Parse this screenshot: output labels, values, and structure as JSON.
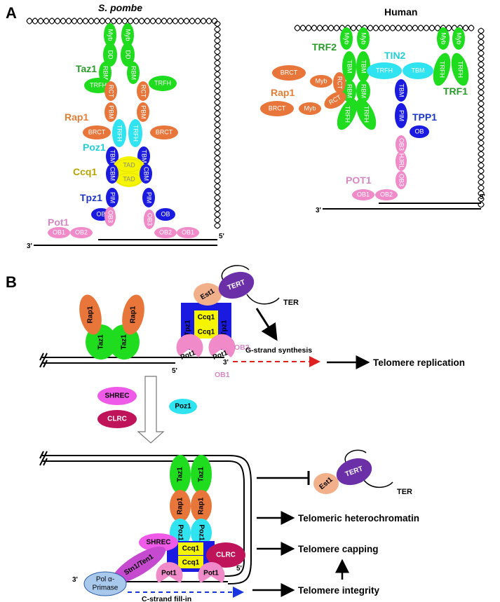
{
  "panel_a": {
    "letter": "A",
    "left_title": "S. pombe",
    "right_title": "Human",
    "pombe": {
      "taz1": "Taz1",
      "rap1": "Rap1",
      "poz1": "Poz1",
      "ccq1": "Ccq1",
      "tpz1": "Tpz1",
      "pot1": "Pot1",
      "myb": "Myb",
      "dd": "DD",
      "rbm": "RBM",
      "trfh": "TRFH",
      "rct": "RCT",
      "pbm": "PBM",
      "brct": "BRCT",
      "tbm": "TBM",
      "tad": "TAD",
      "cbm": "CBM",
      "pim": "PIM",
      "ob": "OB",
      "ob1": "OB1",
      "ob2": "OB2",
      "ob3": "OB3",
      "end3": "3'",
      "end5": "5'"
    },
    "human": {
      "trf2": "TRF2",
      "trf1": "TRF1",
      "tin2": "TIN2",
      "rap1": "Rap1",
      "tpp1": "TPP1",
      "pot1": "POT1",
      "myb": "Myb",
      "tbm": "TBM",
      "rbm": "RBM",
      "trfh": "TRFH",
      "rct": "RCT",
      "brct": "BRCT",
      "pim": "PIM",
      "ob": "OB",
      "ob1": "OB1",
      "ob2": "OB2",
      "ob3": "OB3",
      "hjrl": "HJRL",
      "end3": "3'",
      "end5": "5'"
    }
  },
  "panel_b": {
    "letter": "B",
    "top": {
      "rap1": "Rap1",
      "taz1": "Taz1",
      "tpz1": "Tpz1",
      "ccq1": "Ccq1",
      "est1": "Est1",
      "tert": "TERT",
      "ter": "TER",
      "pot1": "Pot1",
      "ob1": "OB1",
      "ob2": "OB2",
      "g_strand": "G-strand synthesis",
      "end5": "5'",
      "end3": "3'",
      "outcome": "Telomere replication"
    },
    "middle": {
      "shrec": "SHREC",
      "clrc": "CLRC",
      "poz1": "Poz1"
    },
    "bottom": {
      "taz1": "Taz1",
      "rap1": "Rap1",
      "poz1": "Poz1",
      "ccq1": "Ccq1",
      "shrec": "SHREC",
      "clrc": "CLRC",
      "stn1": "Stn1/Ten1",
      "pot1": "Pot1",
      "pol_line1": "Pol α-",
      "pol_line2": "Primase",
      "c_strand": "C-strand fill-in",
      "end3": "3'",
      "end5": "5'",
      "est1": "Est1",
      "tert": "TERT",
      "ter": "TER",
      "outcomes": [
        "Telomeric heterochromatin",
        "Telomere capping",
        "Telomere integrity"
      ]
    }
  },
  "colors": {
    "green": "#1fdc1f",
    "orange": "#e8763a",
    "cyan": "#2fe3f0",
    "yellow": "#f5f500",
    "blue": "#1a1ae0",
    "pink": "#f08ac8",
    "magenta": "#f05ae8",
    "crimson": "#c0145a",
    "purple": "#6b2fa8",
    "peach": "#f2b08a",
    "label_green": "#2a9a2a",
    "label_orange": "#e87d35",
    "label_cyan": "#22cfd6",
    "label_olive": "#b8a400",
    "label_blue": "#1c35c8",
    "label_pink": "#d787c2"
  }
}
